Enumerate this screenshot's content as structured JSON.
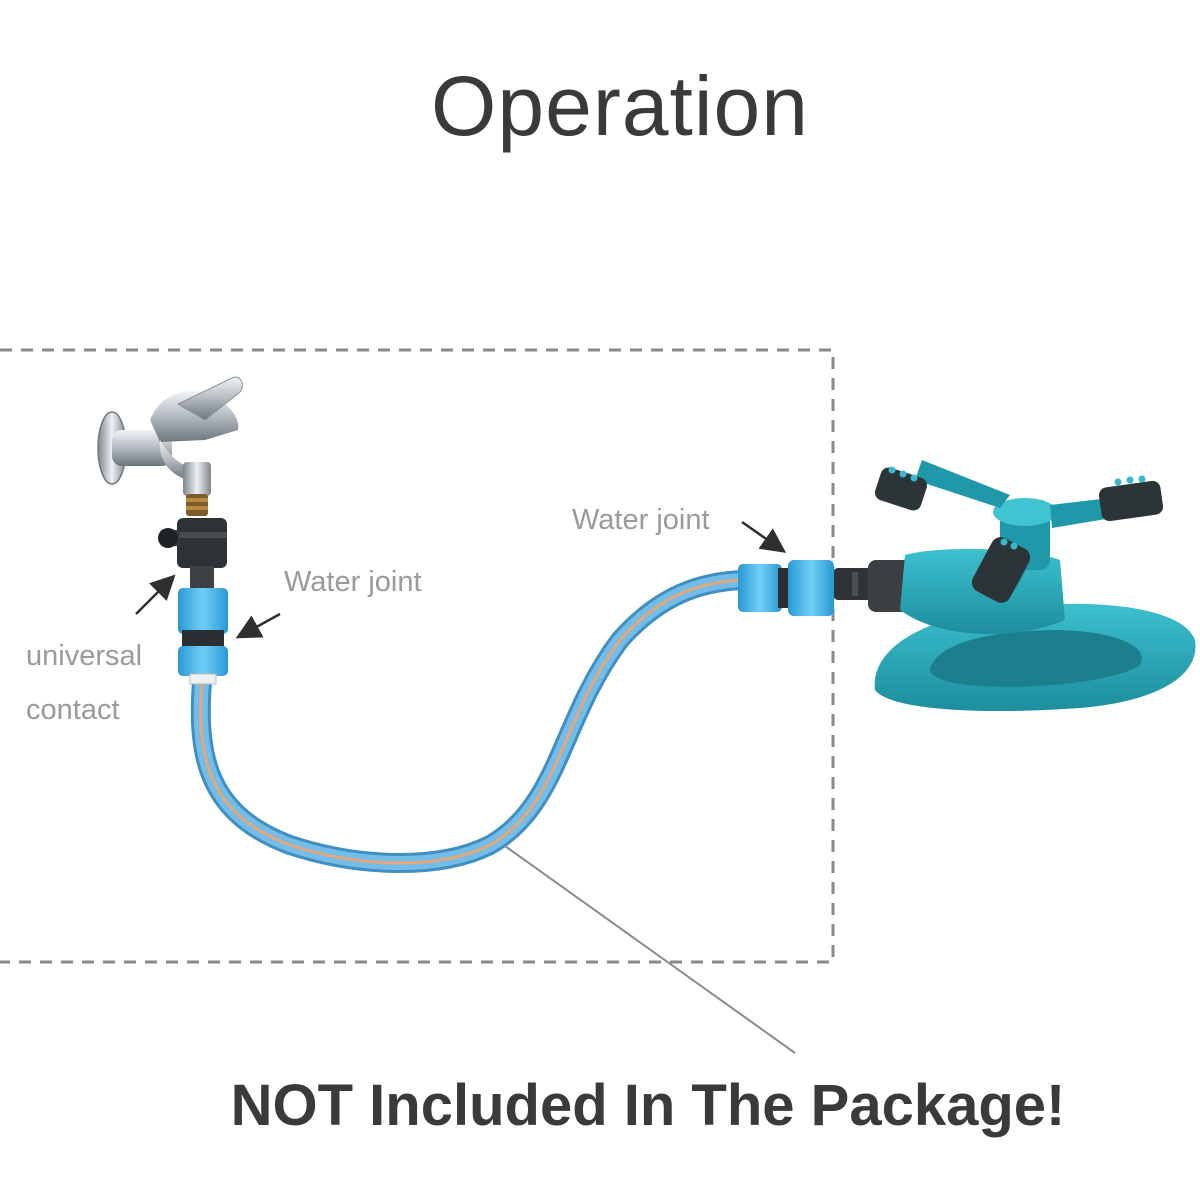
{
  "title": "Operation",
  "labels": {
    "water_joint_left": "Water joint",
    "water_joint_right": "Water joint",
    "universal_line1": "universal",
    "universal_line2": "contact"
  },
  "notice": "NOT Included In The Package!",
  "colors": {
    "hose_blue": "#5aa9dc",
    "hose_stripe": "#e3a77e",
    "connector_blue": "#3ab0e8",
    "sprinkler_teal": "#2aa7b8",
    "nozzle_dark": "#2d3438",
    "chrome": "#b9c0c6",
    "dashed_border": "#8a8a8a",
    "text_dark": "#3a3a3a",
    "text_gray": "#9a9a9a"
  }
}
